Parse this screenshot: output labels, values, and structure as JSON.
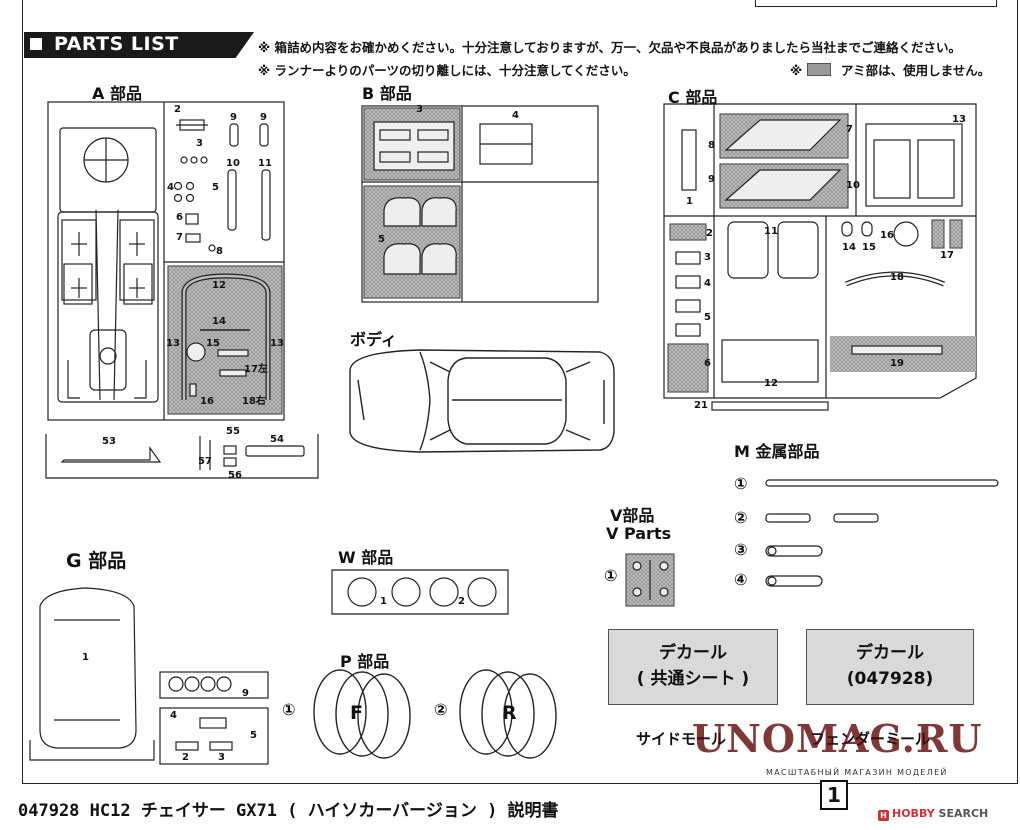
{
  "header": {
    "title": "PARTS LIST",
    "note1": "※ 箱詰め内容をお確かめください。十分注意しておりますが、万一、欠品や不良品がありましたら当社までご連絡ください。",
    "note2": "※ ランナーよりのパーツの切り離しには、十分注意してください。",
    "note3_prefix": "※",
    "note3_text": "アミ部は、使用しません。"
  },
  "sections": {
    "a": "A 部品",
    "b": "B 部品",
    "c": "C 部品",
    "body": "ボディ",
    "m": "M 金属部品",
    "v": "V部品",
    "v_en": "V Parts",
    "g": "G 部品",
    "w": "W 部品",
    "p": "P 部品"
  },
  "a_numbers": [
    "2",
    "3",
    "9",
    "9",
    "10",
    "11",
    "4",
    "5",
    "6",
    "7",
    "8",
    "12",
    "13",
    "13",
    "14",
    "15",
    "16",
    "17左",
    "18右",
    "53",
    "54",
    "55",
    "56",
    "57"
  ],
  "b_numbers": [
    "3",
    "4",
    "5"
  ],
  "c_numbers": [
    "1",
    "2",
    "3",
    "4",
    "5",
    "6",
    "7",
    "8",
    "9",
    "10",
    "11",
    "12",
    "13",
    "14",
    "15",
    "16",
    "17",
    "18",
    "19",
    "21"
  ],
  "m_items": [
    "①",
    "②",
    "③",
    "④"
  ],
  "v_items": [
    "①"
  ],
  "w_numbers": [
    "1",
    "2"
  ],
  "g_numbers": [
    "1",
    "2",
    "3",
    "4",
    "5",
    "9"
  ],
  "p_items": [
    {
      "mark": "①",
      "letter": "F"
    },
    {
      "mark": "②",
      "letter": "R"
    }
  ],
  "decals": [
    {
      "line1": "デカール",
      "line2": "( 共通シート )"
    },
    {
      "line1": "デカール",
      "line2": "(047928)"
    }
  ],
  "captions": {
    "side": "サイドモール",
    "fender": "フェンダーミール"
  },
  "footer": {
    "text": "047928 HC12 チェイサー GX71 ( ハイソカーバージョン ) 説明書",
    "page": "1"
  },
  "watermark": {
    "main": "UNOMAG.RU",
    "sub": "МАСШТАБНЫЙ МАГАЗИН МОДЕЛЕЙ"
  },
  "hobby_search": {
    "logo": "H",
    "brand": "HOBBY",
    "suffix": "SEARCH"
  },
  "colors": {
    "mesh_gray": "#b3b3b3",
    "decal_gray": "#d9d9d9",
    "header_bg": "#1a1a1a",
    "watermark": "#5a0000"
  }
}
